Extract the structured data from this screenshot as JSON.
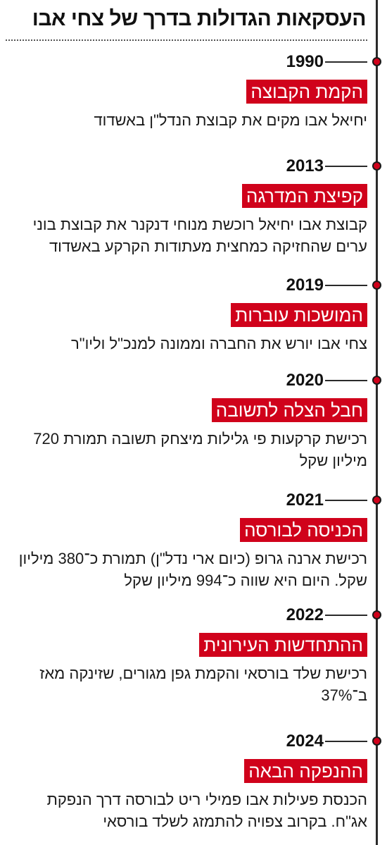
{
  "title": "העסקאות הגדולות בדרך של צחי אבו",
  "colors": {
    "accent": "#d0021b",
    "axis": "#2a2a2a",
    "text": "#1a1a1a"
  },
  "events": [
    {
      "year": "1990",
      "label": "הקמת הקבוצה",
      "desc": "יחיאל אבו מקים את קבוצת הנדל\"ן באשדוד"
    },
    {
      "year": "2013",
      "label": "קפיצת המדרגה",
      "desc": "קבוצת אבו יחיאל רוכשת מנוחי דנקנר את קבוצת בוני ערים שהחזיקה כמחצית מעתודות הקרקע באשדוד"
    },
    {
      "year": "2019",
      "label": "המושכות עוברות",
      "desc": "צחי אבו יורש את החברה וממונה למנכ\"ל וליו\"ר"
    },
    {
      "year": "2020",
      "label": "חבל הצלה לתשובה",
      "desc": "רכישת קרקעות פי גלילות מיצחק תשובה תמורת 720 מיליון שקל"
    },
    {
      "year": "2021",
      "label": "הכניסה לבורסה",
      "desc": "רכישת ארנה גרופ (כיום ארי נדל\"ן) תמורת כ־380 מיליון שקל. היום היא שווה כ־994 מיליון שקל"
    },
    {
      "year": "2022",
      "label": "ההתחדשות העירונית",
      "desc": "רכישת שלד בורסאי והקמת גפן מגורים, שזינקה מאז ב־37%"
    },
    {
      "year": "2024",
      "label": "ההנפקה הבאה",
      "desc": "הכנסת פעילות אבו פמילי ריט לבורסה דרך הנפקת אג\"ח. בקרוב צפויה להתמזג לשלד בורסאי"
    }
  ]
}
